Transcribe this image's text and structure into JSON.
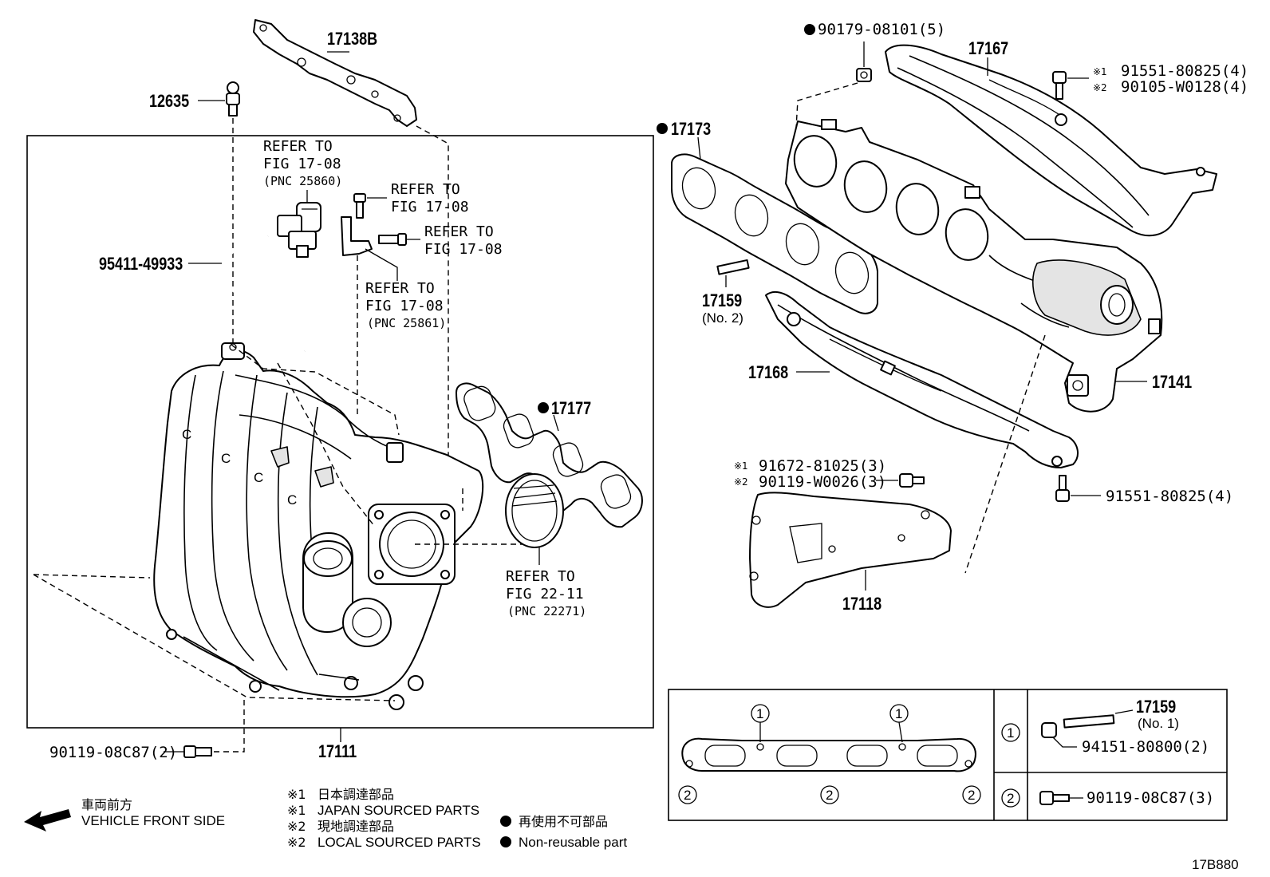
{
  "parts": {
    "p17138B": "17138B",
    "p12635": "12635",
    "p95411": "95411-49933",
    "p17177": "17177",
    "p17111": "17111",
    "p9011908C87_2": "90119-08C87(2)",
    "p9017908101": "90179-08101(5)",
    "p17167": "17167",
    "p9155180825_m1": "91551-80825(4)",
    "p90105W0128": "90105-W0128(4)",
    "p17173": "17173",
    "p17159_a": "17159",
    "p17159_a_sub": "(No. 2)",
    "p17168": "17168",
    "p17141": "17141",
    "p9167281025": "91672-81025(3)",
    "p90119W0026": "90119-W0026(3)",
    "p9155180825": "91551-80825(4)",
    "p17118": "17118",
    "p17159_b": "17159",
    "p17159_b_sub": "(No. 1)",
    "p9415180800": "94151-80800(2)",
    "p9011908C87_3": "90119-08C87(3)"
  },
  "refs": {
    "r1_l1": "REFER TO",
    "r1_l2": "FIG 17-08",
    "r1_l3": "(PNC 25860)",
    "r2_l1": "REFER TO",
    "r2_l2": "FIG 17-08",
    "r3_l1": "REFER TO",
    "r3_l2": "FIG 17-08",
    "r4_l1": "REFER TO",
    "r4_l2": "FIG 17-08",
    "r4_l3": "(PNC 25861)",
    "r5_l1": "REFER TO",
    "r5_l2": "FIG 22-11",
    "r5_l3": "(PNC 22271)"
  },
  "marks": {
    "m1": "※1",
    "m2": "※2",
    "bullet": "●",
    "circle1": "1",
    "circle2": "2"
  },
  "legend": {
    "front_jp": "車両前方",
    "front_en": "VEHICLE FRONT SIDE",
    "n1_jp": "日本調達部品",
    "n1_en": "JAPAN SOURCED PARTS",
    "n2_jp": "現地調達部品",
    "n2_en": "LOCAL SOURCED PARTS",
    "nr_jp": "再使用不可部品",
    "nr_en": "Non-reusable part",
    "fig_code": "17B880"
  }
}
